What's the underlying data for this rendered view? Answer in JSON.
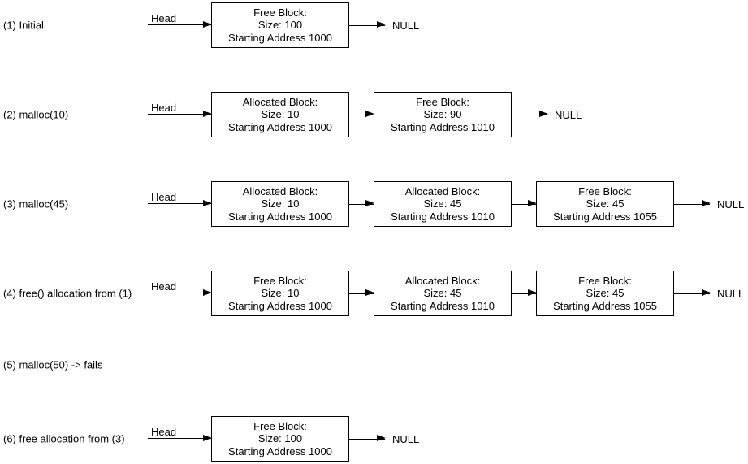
{
  "diagram": {
    "title_context": "Linked list memory allocation states",
    "head_label": "Head",
    "null_label": "NULL",
    "colors": {
      "stroke": "#000000",
      "text": "#000000",
      "background": "#ffffff"
    },
    "rows": [
      {
        "label": "(1) Initial",
        "boxes": [
          {
            "lines": [
              "Free Block:",
              "Size: 100",
              "Starting Address 1000"
            ]
          }
        ]
      },
      {
        "label": "(2) malloc(10)",
        "boxes": [
          {
            "lines": [
              "Allocated Block:",
              "Size: 10",
              "Starting Address 1000"
            ]
          },
          {
            "lines": [
              "Free Block:",
              "Size: 90",
              "Starting Address 1010"
            ]
          }
        ]
      },
      {
        "label": "(3) malloc(45)",
        "boxes": [
          {
            "lines": [
              "Allocated Block:",
              "Size: 10",
              "Starting Address 1000"
            ]
          },
          {
            "lines": [
              "Allocated Block:",
              "Size: 45",
              "Starting Address 1010"
            ]
          },
          {
            "lines": [
              "Free Block:",
              "Size: 45",
              "Starting Address 1055"
            ]
          }
        ]
      },
      {
        "label": "(4) free() allocation from (1)",
        "boxes": [
          {
            "lines": [
              "Free Block:",
              "Size: 10",
              "Starting Address 1000"
            ]
          },
          {
            "lines": [
              "Allocated Block:",
              "Size: 45",
              "Starting Address 1010"
            ]
          },
          {
            "lines": [
              "Free Block:",
              "Size: 45",
              "Starting Address 1055"
            ]
          }
        ]
      },
      {
        "label": "(5) malloc(50) -> fails",
        "boxes": []
      },
      {
        "label": "(6) free allocation from (3)",
        "boxes": [
          {
            "lines": [
              "Free Block:",
              "Size: 100",
              "Starting Address 1000"
            ]
          }
        ]
      }
    ]
  }
}
